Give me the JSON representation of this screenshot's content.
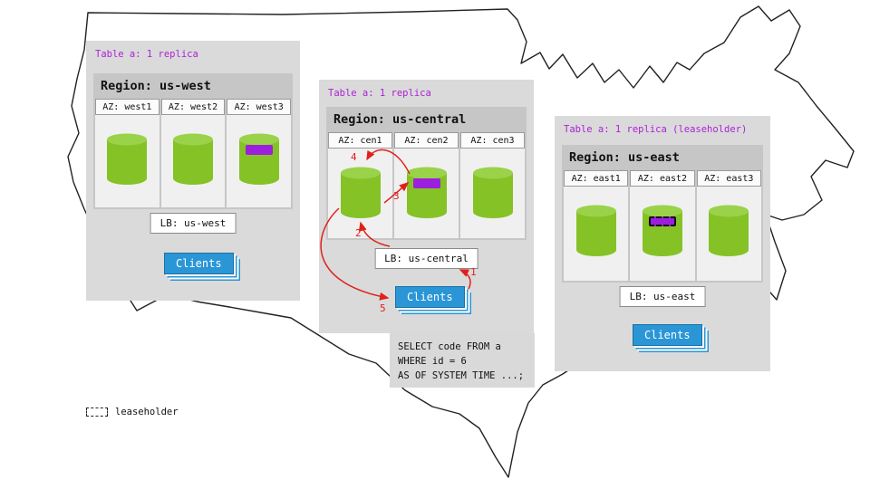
{
  "colors": {
    "panel_bg": "#dadada",
    "region_bar": "#c6c6c6",
    "az_bg": "#f0f0f0",
    "cylinder_green": "#85c226",
    "cylinder_top_green": "#9ad24a",
    "replica_purple": "#9b1fdd",
    "table_label_purple": "#ae21d6",
    "clients_blue": "#2a96d6",
    "arrow_red": "#e0201c"
  },
  "panels": [
    {
      "id": "us-west",
      "table_label": "Table a: 1 replica",
      "region_label": "Region: us-west",
      "azs": [
        {
          "label": "AZ: west1"
        },
        {
          "label": "AZ: west2"
        },
        {
          "label": "AZ: west3"
        }
      ],
      "lb_label": "LB: us-west",
      "clients_label": "Clients"
    },
    {
      "id": "us-central",
      "table_label": "Table a: 1 replica",
      "region_label": "Region: us-central",
      "azs": [
        {
          "label": "AZ: cen1"
        },
        {
          "label": "AZ: cen2"
        },
        {
          "label": "AZ: cen3"
        }
      ],
      "lb_label": "LB: us-central",
      "clients_label": "Clients"
    },
    {
      "id": "us-east",
      "table_label": "Table a: 1 replica (leaseholder)",
      "region_label": "Region: us-east",
      "azs": [
        {
          "label": "AZ: east1"
        },
        {
          "label": "AZ: east2"
        },
        {
          "label": "AZ: east3"
        }
      ],
      "lb_label": "LB: us-east",
      "clients_label": "Clients"
    }
  ],
  "sql": {
    "lines": [
      "SELECT code FROM a",
      "WHERE id = 6",
      "AS OF SYSTEM TIME ...;"
    ]
  },
  "arrows": {
    "steps": [
      "1",
      "2",
      "3",
      "4",
      "5"
    ]
  },
  "legend": {
    "label": "leaseholder"
  }
}
